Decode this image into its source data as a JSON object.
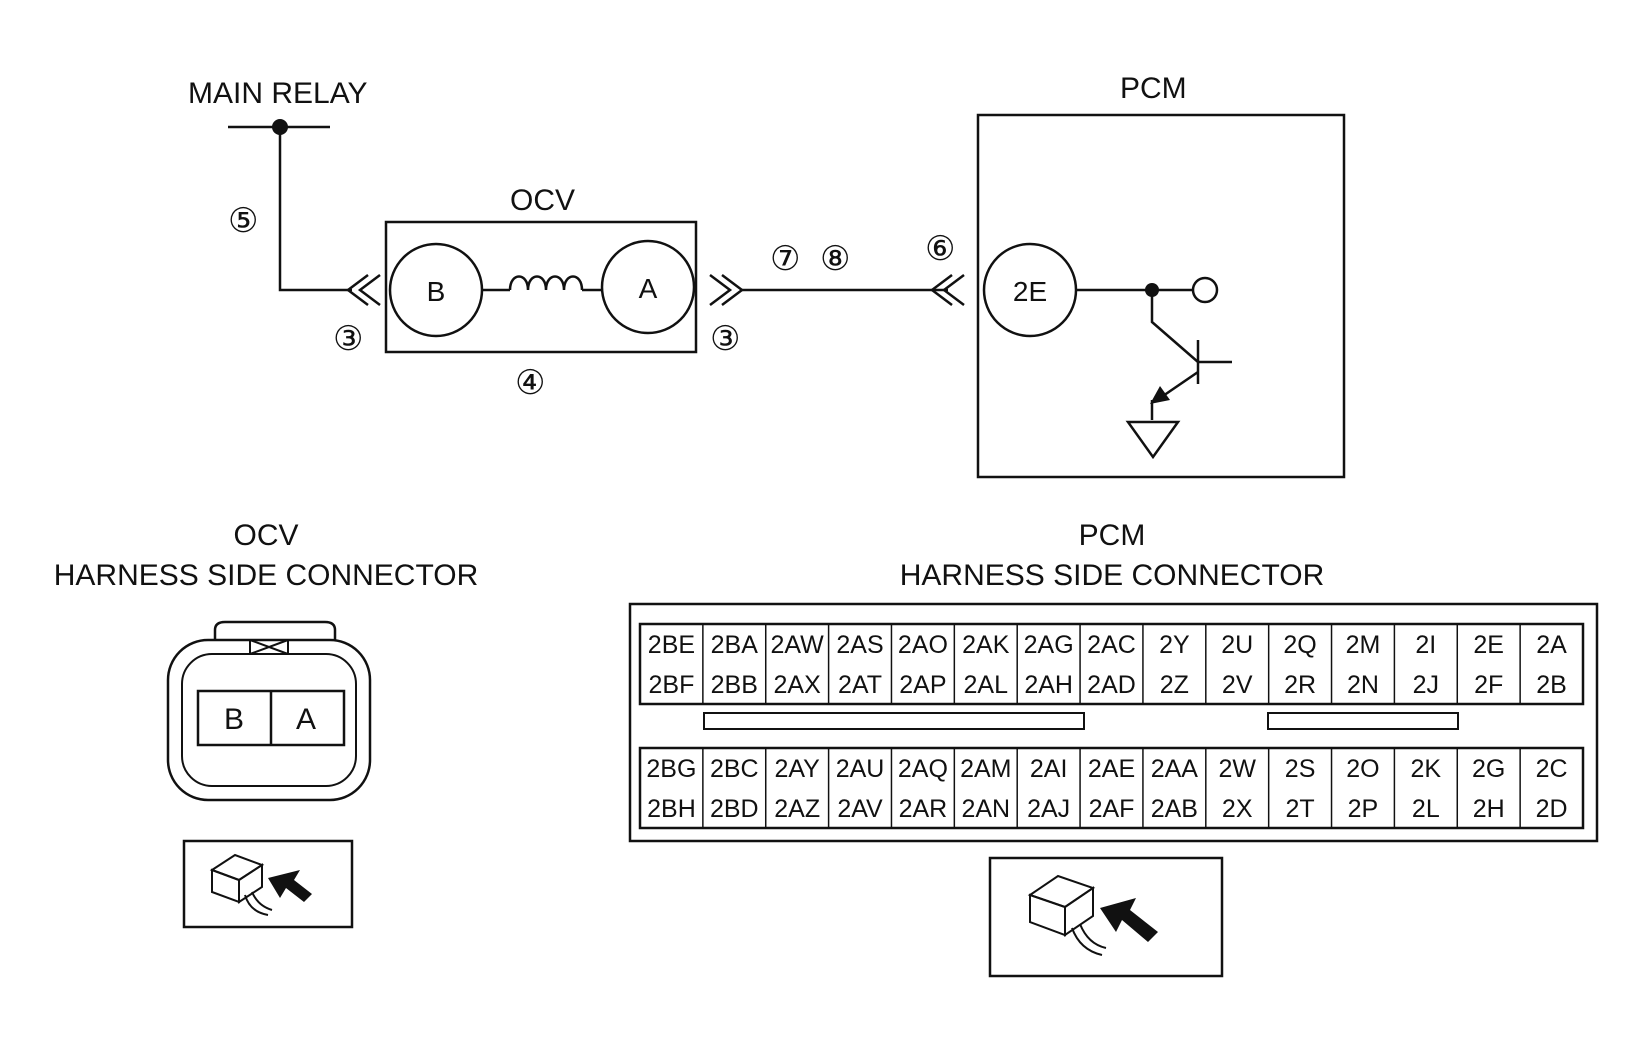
{
  "labels": {
    "main_relay": "MAIN RELAY",
    "ocv": "OCV",
    "pcm": "PCM",
    "pin_b": "B",
    "pin_a": "A",
    "pin_2e": "2E"
  },
  "callouts": {
    "c5": "⑤",
    "c3_left": "③",
    "c3_right": "③",
    "c4": "④",
    "c7": "⑦",
    "c8": "⑧",
    "c6": "⑥"
  },
  "ocv_connector": {
    "title_line1": "OCV",
    "title_line2": "HARNESS SIDE CONNECTOR",
    "pins": [
      "B",
      "A"
    ]
  },
  "pcm_connector": {
    "title_line1": "PCM",
    "title_line2": "HARNESS SIDE CONNECTOR",
    "upper_rows": [
      [
        "2BE",
        "2BA",
        "2AW",
        "2AS",
        "2AO",
        "2AK",
        "2AG",
        "2AC",
        "2Y",
        "2U",
        "2Q",
        "2M",
        "2I",
        "2E",
        "2A"
      ],
      [
        "2BF",
        "2BB",
        "2AX",
        "2AT",
        "2AP",
        "2AL",
        "2AH",
        "2AD",
        "2Z",
        "2V",
        "2R",
        "2N",
        "2J",
        "2F",
        "2B"
      ]
    ],
    "lower_rows": [
      [
        "2BG",
        "2BC",
        "2AY",
        "2AU",
        "2AQ",
        "2AM",
        "2AI",
        "2AE",
        "2AA",
        "2W",
        "2S",
        "2O",
        "2K",
        "2G",
        "2C"
      ],
      [
        "2BH",
        "2BD",
        "2AZ",
        "2AV",
        "2AR",
        "2AN",
        "2AJ",
        "2AF",
        "2AB",
        "2X",
        "2T",
        "2P",
        "2L",
        "2H",
        "2D"
      ]
    ]
  }
}
